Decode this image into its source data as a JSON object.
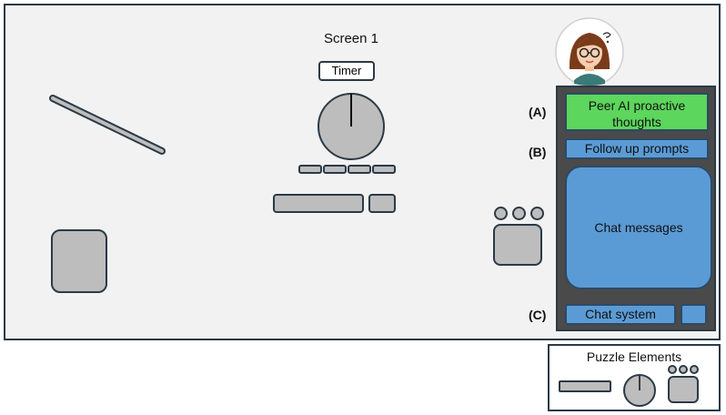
{
  "screen": {
    "title": "Screen 1",
    "timer_label": "Timer"
  },
  "panel": {
    "labels": {
      "a": "(A)",
      "b": "(B)",
      "c": "(C)"
    },
    "proactive_thoughts": "Peer AI proactive thoughts",
    "follow_up_prompts": "Follow up prompts",
    "chat_messages": "Chat messages",
    "chat_system": "Chat system"
  },
  "legend": {
    "title": "Puzzle Elements"
  },
  "colors": {
    "panel_bg": "#4a4a4a",
    "blue": "#5b9bd5",
    "green": "#5cd65c",
    "element_gray": "#bdbdbd",
    "outline": "#2b3a47"
  },
  "icons": {
    "avatar": "peer-ai-avatar-icon"
  }
}
